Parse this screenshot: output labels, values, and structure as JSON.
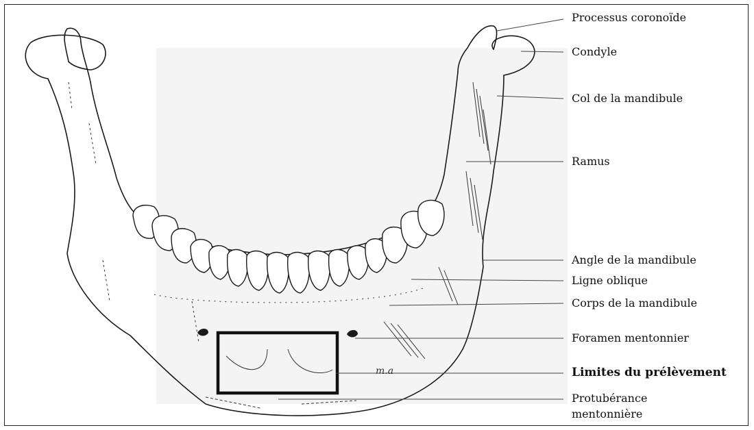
{
  "labels": {
    "coronoid": "Processus coronoïde",
    "condyle": "Condyle",
    "col": "Col de la mandibule",
    "ramus": "Ramus",
    "angle": "Angle de la mandibule",
    "oblique": "Ligne oblique",
    "corps": "Corps de la mandibule",
    "foramen": "Foramen mentonnier",
    "limites": "Limites du prélèvement",
    "protuberance_line1": "Protubérance",
    "protuberance_line2": "mentonnière"
  },
  "signature": "m.a",
  "colors": {
    "ink": "#111111",
    "frame": "#222222",
    "background": "#ffffff"
  }
}
